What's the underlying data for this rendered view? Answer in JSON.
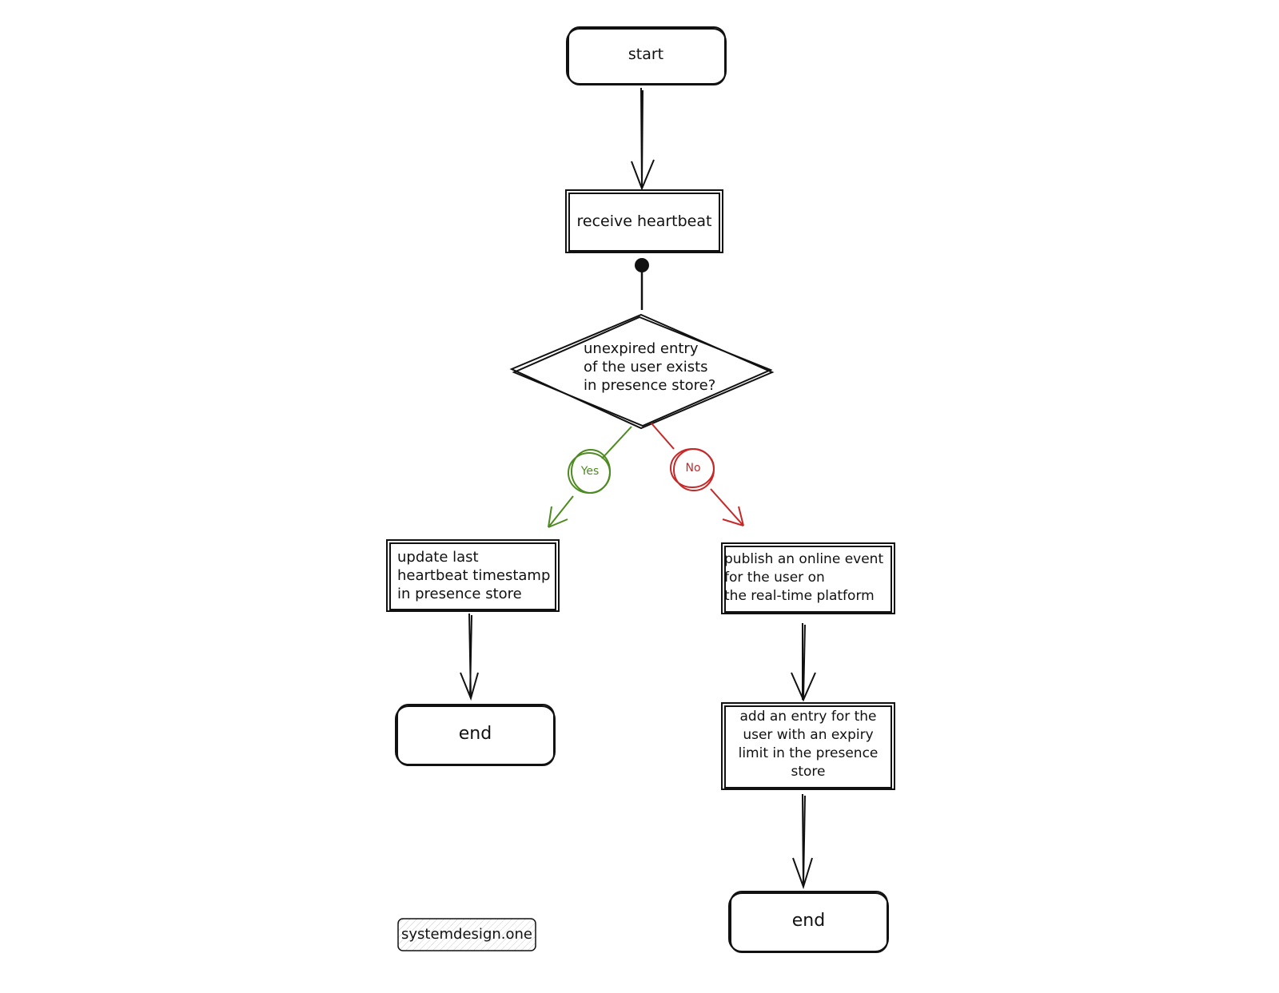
{
  "colors": {
    "stroke": "#111111",
    "yes": "#4d8a1f",
    "no": "#c62828",
    "background": "#ffffff"
  },
  "nodes": {
    "start": {
      "label": "start",
      "shape": "terminal"
    },
    "receive": {
      "label": "receive heartbeat",
      "shape": "process"
    },
    "decision": {
      "lines": [
        "unexpired entry",
        "of the user exists",
        "in presence store?"
      ],
      "shape": "decision"
    },
    "update": {
      "lines": [
        "update last",
        "heartbeat timestamp",
        "in presence store"
      ],
      "shape": "process"
    },
    "publish": {
      "lines": [
        "publish an online event",
        "for the user on",
        "the real-time platform"
      ],
      "shape": "process"
    },
    "add_entry": {
      "lines": [
        "add an entry for the",
        "user with an expiry",
        "limit in the presence",
        "store"
      ],
      "shape": "process"
    },
    "end_left": {
      "label": "end",
      "shape": "terminal"
    },
    "end_right": {
      "label": "end",
      "shape": "terminal"
    }
  },
  "branches": {
    "yes": {
      "label": "Yes",
      "color": "#4d8a1f"
    },
    "no": {
      "label": "No",
      "color": "#c62828"
    }
  },
  "watermark": {
    "label": "systemdesign.one"
  }
}
